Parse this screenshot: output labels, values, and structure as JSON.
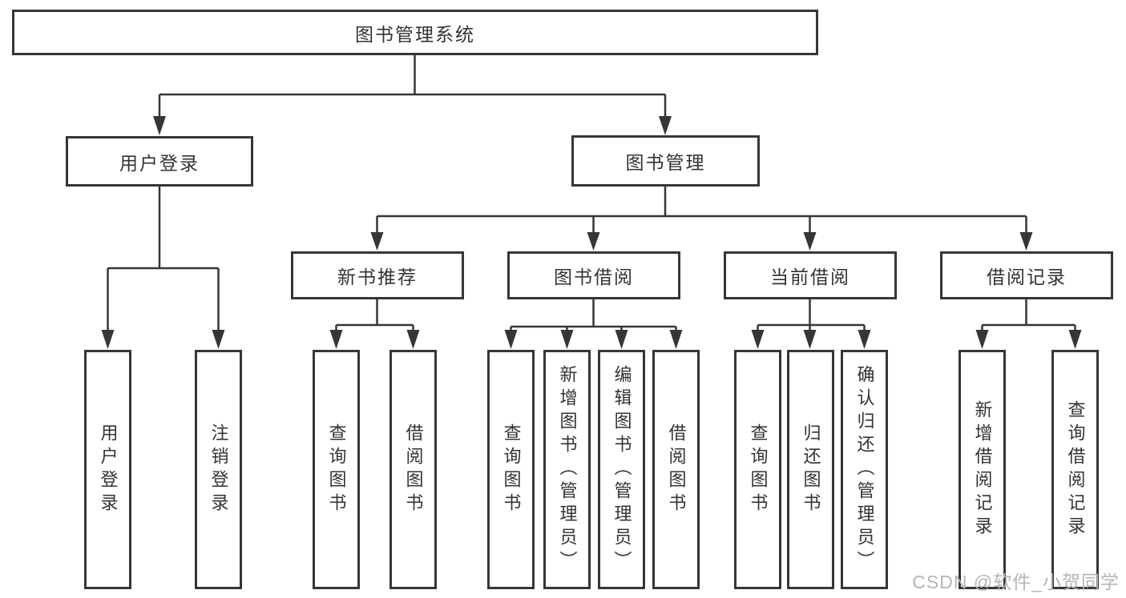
{
  "tree": {
    "label": "图书管理系统",
    "children": [
      {
        "label": "用户登录",
        "children": [
          {
            "label": "用户登录"
          },
          {
            "label": "注销登录"
          }
        ]
      },
      {
        "label": "图书管理",
        "children": [
          {
            "label": "新书推荐",
            "children": [
              {
                "label": "查询图书"
              },
              {
                "label": "借阅图书"
              }
            ]
          },
          {
            "label": "图书借阅",
            "children": [
              {
                "label": "查询图书"
              },
              {
                "label": "新增图书（管理员）"
              },
              {
                "label": "编辑图书（管理员）"
              },
              {
                "label": "借阅图书"
              }
            ]
          },
          {
            "label": "当前借阅",
            "children": [
              {
                "label": "查询图书"
              },
              {
                "label": "归还图书"
              },
              {
                "label": "确认归还（管理员）"
              }
            ]
          },
          {
            "label": "借阅记录",
            "children": [
              {
                "label": "新增借阅记录"
              },
              {
                "label": "查询借阅记录"
              }
            ]
          }
        ]
      }
    ]
  },
  "watermark": {
    "text": "CSDN @软件_小贺同学"
  },
  "colors": {
    "line": "#363636",
    "text": "#333333",
    "background": "#ffffff",
    "watermark": "#b5b5b5"
  }
}
